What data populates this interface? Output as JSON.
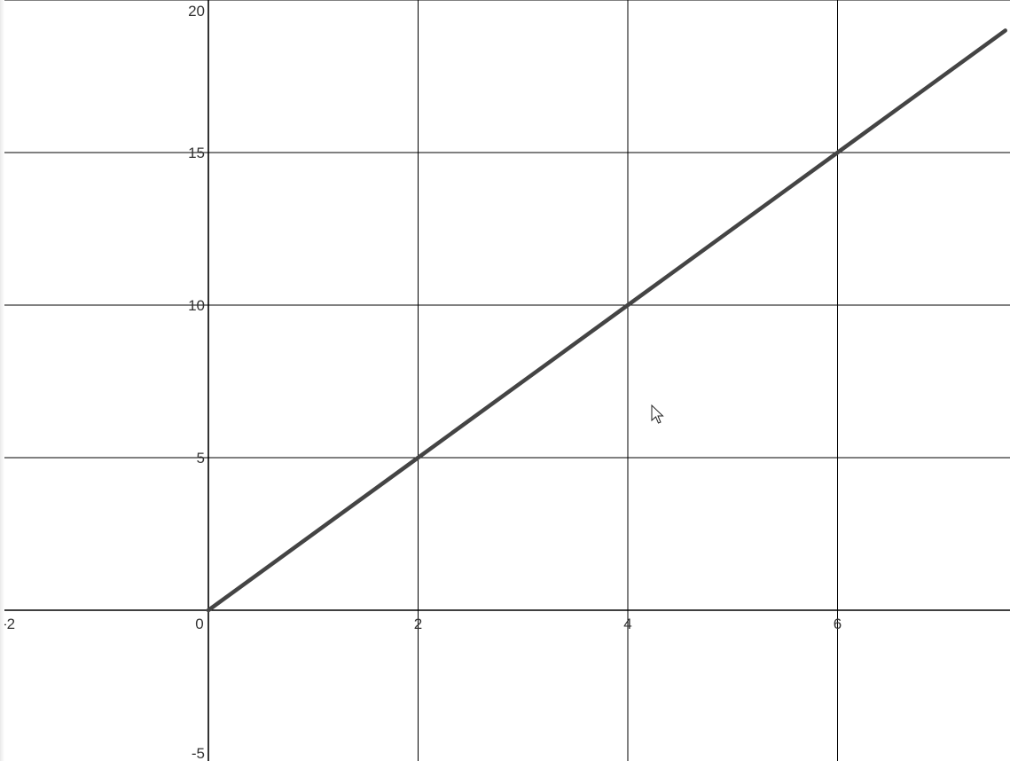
{
  "chart_data": {
    "type": "line",
    "title": "",
    "xlabel": "",
    "ylabel": "",
    "xlim": [
      -2,
      7.6
    ],
    "ylim": [
      -5,
      20
    ],
    "grid": true,
    "x_ticks": [
      -2,
      0,
      2,
      4,
      6
    ],
    "y_ticks": [
      -5,
      5,
      10,
      15,
      20
    ],
    "x_tick_labels": [
      "-2",
      "0",
      "2",
      "4",
      "6"
    ],
    "y_tick_labels": [
      "-5",
      "5",
      "10",
      "15",
      "20"
    ],
    "series": [
      {
        "x": [
          0,
          2,
          4,
          6,
          7.6
        ],
        "y": [
          0,
          5,
          10,
          15,
          19
        ],
        "color": "#444444"
      }
    ]
  },
  "cursor": {
    "icon": "mouse-pointer-icon"
  }
}
